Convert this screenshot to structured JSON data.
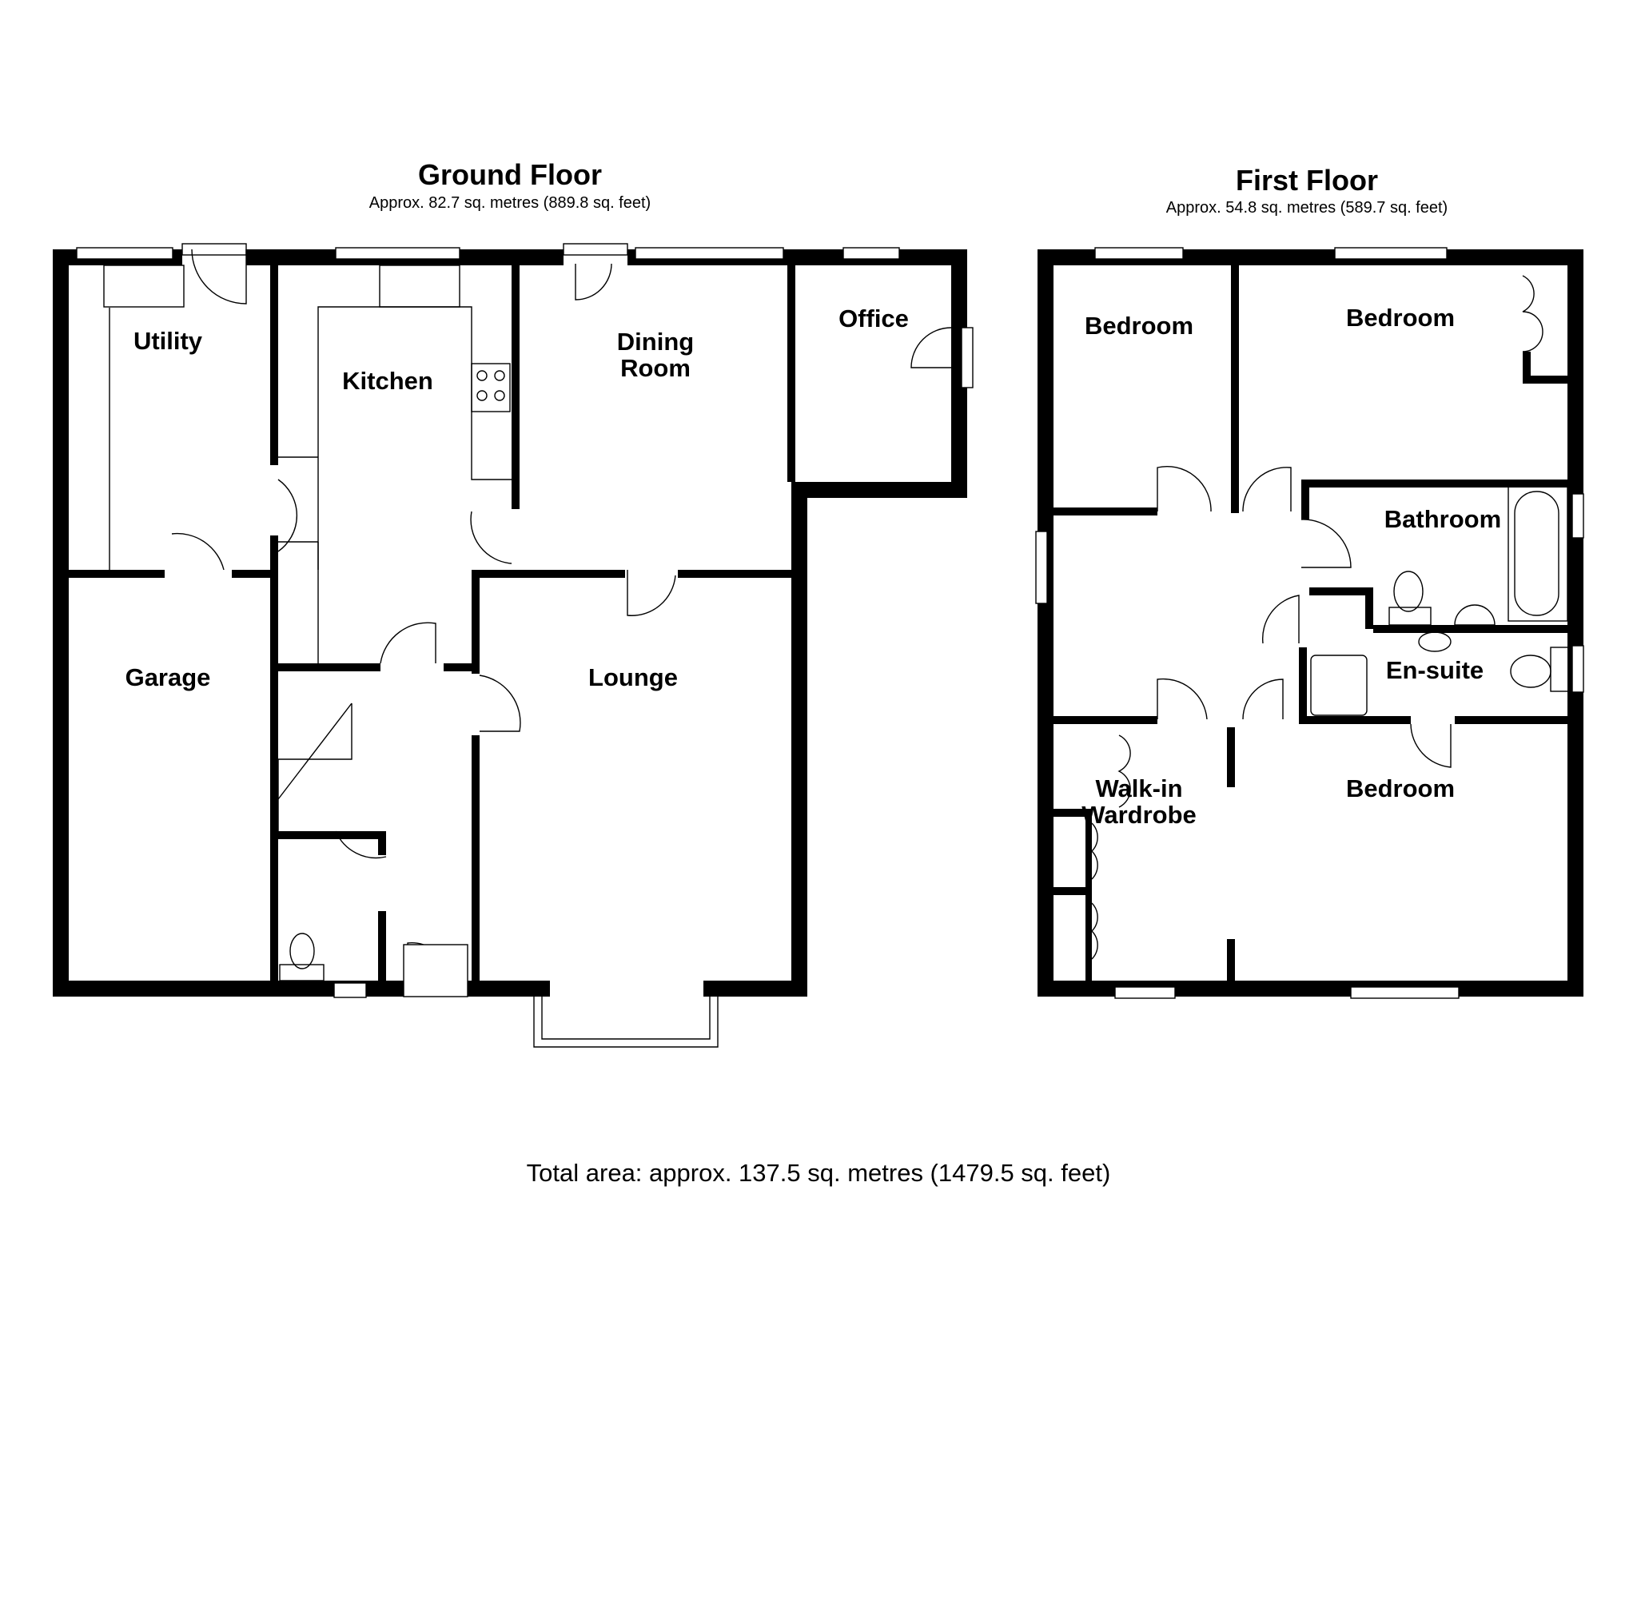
{
  "ground_floor": {
    "title": "Ground Floor",
    "area": "Approx. 82.7 sq. metres (889.8 sq. feet)",
    "rooms": [
      {
        "name": "Utility"
      },
      {
        "name": "Kitchen"
      },
      {
        "name": "Dining\nRoom"
      },
      {
        "name": "Office"
      },
      {
        "name": "Garage"
      },
      {
        "name": "Lounge"
      }
    ]
  },
  "first_floor": {
    "title": "First Floor",
    "area": "Approx. 54.8 sq. metres (589.7 sq. feet)",
    "rooms": [
      {
        "name": "Bedroom"
      },
      {
        "name": "Bedroom"
      },
      {
        "name": "Bathroom"
      },
      {
        "name": "En-suite"
      },
      {
        "name": "Walk-in\nWardrobe"
      },
      {
        "name": "Bedroom"
      }
    ]
  },
  "total_area": "Total area: approx. 137.5 sq. metres (1479.5 sq. feet)",
  "colors": {
    "walls": "#000000",
    "background": "#ffffff"
  }
}
